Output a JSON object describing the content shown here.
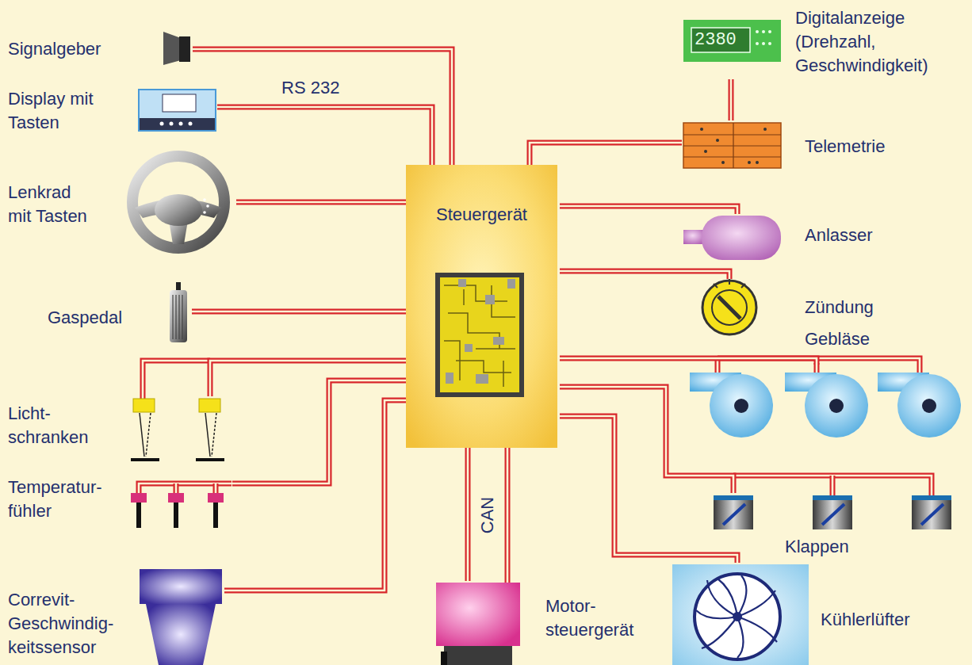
{
  "diagram": {
    "nodes": [
      {
        "text": [
          "Signalgeber"
        ]
      },
      {
        "text": [
          "Display mit Tasten"
        ]
      },
      {
        "text": [
          "Digitalanzeige (Drehzahl, Geschwindigkeit)"
        ]
      },
      {
        "text": [
          "Telemetrie"
        ]
      },
      {
        "text": [
          "Lenkrad mit Tasten"
        ]
      },
      {
        "text": [
          "Steuergerät"
        ]
      },
      {
        "text": [
          "Anlasser"
        ]
      },
      {
        "text": [
          "Gaspedal"
        ]
      },
      {
        "text": [
          "Zündung"
        ]
      },
      {
        "text": [
          "Gebläse"
        ]
      },
      {
        "text": [
          "Licht- schranken"
        ]
      },
      {
        "text": [
          "Temperatur- fühler"
        ]
      },
      {
        "text": [
          "Klappen"
        ]
      },
      {
        "text": [
          "Correvit- Geschwindig- keitssensor"
        ]
      },
      {
        "text": [
          "Motor- steuergerät"
        ]
      },
      {
        "text": [
          "Kühlerlüfter"
        ]
      }
    ],
    "edges": [
      {
        "from": 0,
        "to": 5,
        "arrow": "none"
      },
      {
        "from": 1,
        "to": 5,
        "label": "RS 232",
        "arrow": "none"
      },
      {
        "from": 2,
        "to": 3,
        "arrow": "none"
      },
      {
        "from": 3,
        "to": 5,
        "arrow": "none"
      },
      {
        "from": 4,
        "to": 5,
        "arrow": "none"
      },
      {
        "from": 5,
        "to": 6,
        "arrow": "none"
      },
      {
        "from": 7,
        "to": 5,
        "arrow": "none"
      },
      {
        "from": 5,
        "to": 8,
        "arrow": "none"
      },
      {
        "from": 5,
        "to": 9,
        "arrow": "none"
      },
      {
        "from": 5,
        "to": 10,
        "arrow": "none"
      },
      {
        "from": 5,
        "to": 11,
        "arrow": "none"
      },
      {
        "from": 5,
        "to": 12,
        "arrow": "none"
      },
      {
        "from": 5,
        "to": 13,
        "arrow": "none"
      },
      {
        "from": 5,
        "to": 14,
        "label": "CAN",
        "arrow": "none"
      },
      {
        "from": 5,
        "to": 15,
        "arrow": "none"
      }
    ],
    "labels": [
      "2380"
    ]
  }
}
